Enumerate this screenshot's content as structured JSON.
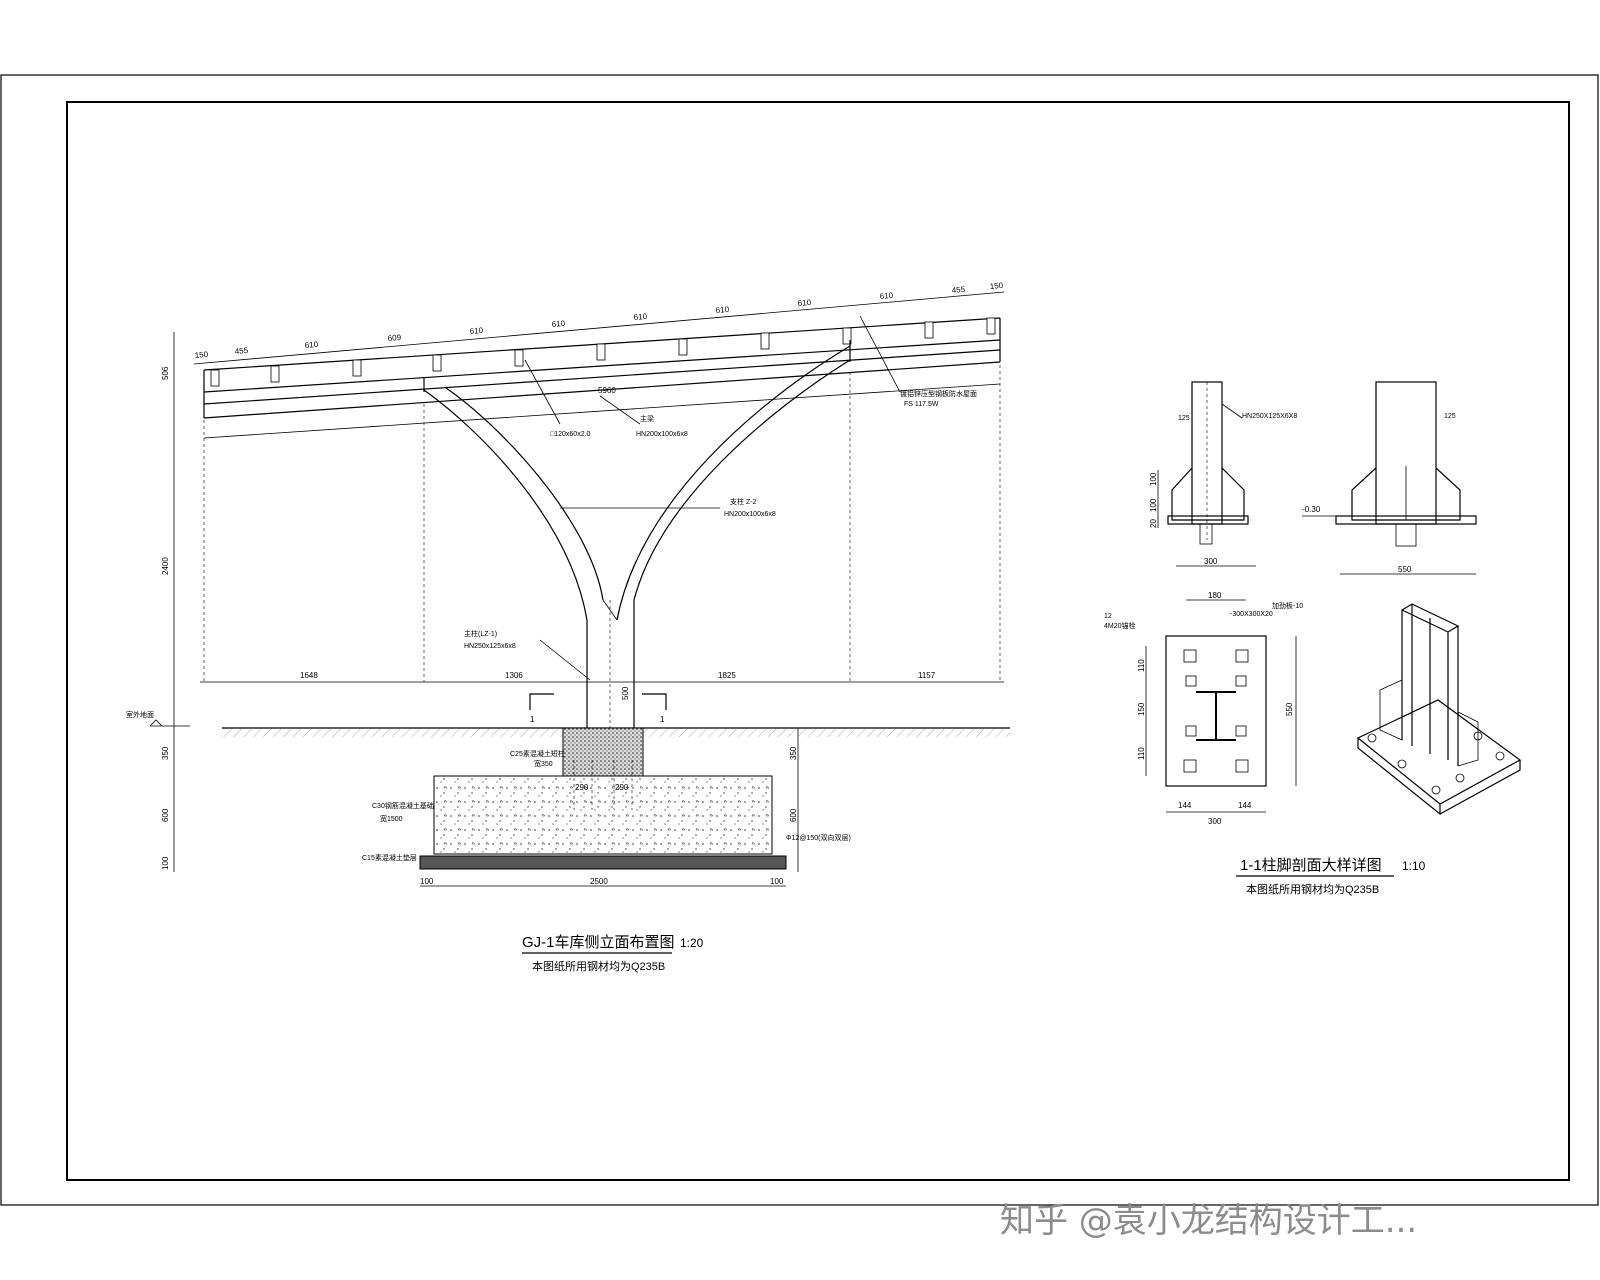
{
  "elevation": {
    "title": "GJ-1车库侧立面布置图",
    "scale": "1:20",
    "note": "本图纸所用钢材均为Q235B",
    "top_dims": [
      "150",
      "455",
      "610",
      "609",
      "610",
      "610",
      "610",
      "610",
      "610",
      "610",
      "455",
      "150"
    ],
    "rafter_span": "5960",
    "bottom_dims": [
      "1648",
      "1306",
      "1825",
      "1157"
    ],
    "left_dims": [
      "506",
      "2400",
      "350",
      "600",
      "100"
    ],
    "right_dims": [
      "350",
      "600"
    ],
    "col_dim": "500",
    "found_dims": [
      "100",
      "2500",
      "100"
    ],
    "anchor_dims": [
      "290",
      "290"
    ],
    "section_mark": "1",
    "labels": {
      "purlin": "□120x60x2.0",
      "main_beam_name": "主梁",
      "main_beam": "HN200x100x6x8",
      "branch_name": "支柱 Z-2",
      "branch": "HN200x100x6x8",
      "column_name": "主柱(LZ-1)",
      "column": "HN250x125x6x8",
      "roof_name": "镀铝锌压型钢板防水屋面",
      "roof": "FS 117.5W",
      "ground": "室外地面",
      "pier_name": "C25素混凝土短柱",
      "pier": "宽350",
      "footing_name": "C30钢筋混凝土基础",
      "footing": "宽1500",
      "bedding": "C15素混凝土垫层",
      "rebar": "Φ12@150(双向双层)"
    }
  },
  "detail": {
    "title": "1-1柱脚剖面大样详图",
    "scale": "1:10",
    "note": "本图纸所用钢材均为Q235B",
    "column_label": "HN250X125X6X8",
    "plate_label": "-300X300X20",
    "bolt_label": "4M20锚栓",
    "stiff_label": "加劲板-10",
    "level": "-0.30",
    "dims_plan_w": [
      "144",
      "144",
      "300"
    ],
    "dims_plan_top": "180",
    "dims_plan_h": "550",
    "dims_elev_w": "300",
    "dims_elev2_w": "550",
    "dims_elev_h": [
      "100",
      "100",
      "20"
    ],
    "weld_label": "12",
    "dims_plan_left": [
      "110",
      "150",
      "110"
    ],
    "dims_top": [
      "125",
      "125"
    ]
  },
  "watermark": "知乎 @袁小龙结构设计工..."
}
